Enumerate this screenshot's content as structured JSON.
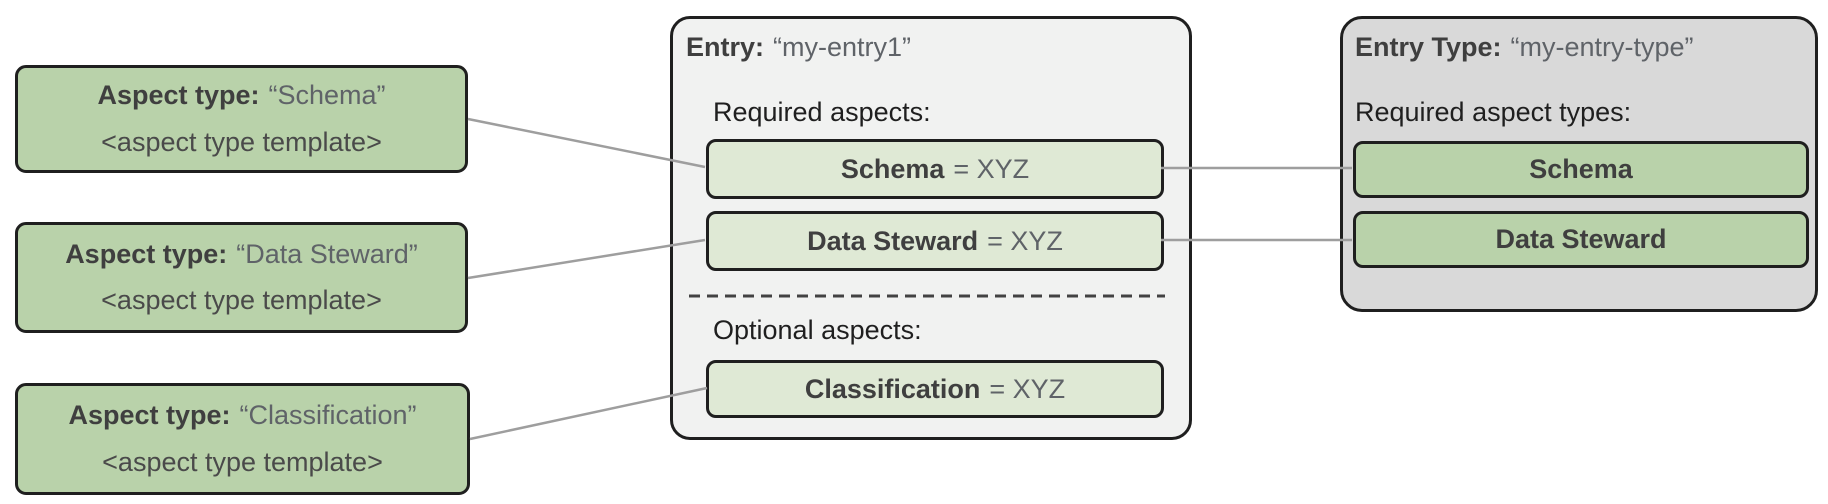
{
  "diagram": {
    "aspect_type_cards": [
      {
        "label": "Aspect type:",
        "name": "“Schema”",
        "template": "<aspect type template>"
      },
      {
        "label": "Aspect type:",
        "name": "“Data Steward”",
        "template": "<aspect type template>"
      },
      {
        "label": "Aspect type:",
        "name": "“Classification”",
        "template": "<aspect type template>"
      }
    ],
    "entry_card": {
      "label": "Entry:",
      "name": "“my-entry1”",
      "required_heading": "Required aspects:",
      "optional_heading": "Optional aspects:",
      "required_aspects": [
        {
          "name": "Schema",
          "value": "= XYZ"
        },
        {
          "name": "Data Steward",
          "value": "= XYZ"
        }
      ],
      "optional_aspects": [
        {
          "name": "Classification",
          "value": "= XYZ"
        }
      ]
    },
    "entry_type_card": {
      "label": "Entry Type:",
      "name": "“my-entry-type”",
      "required_heading": "Required aspect types:",
      "required_aspect_types": [
        {
          "name": "Schema"
        },
        {
          "name": "Data Steward"
        }
      ]
    },
    "colors": {
      "sage_green": "#b9d2aa",
      "light_green": "#dfe9d5",
      "light_gray": "#f1f2f1",
      "mid_gray": "#d9d9d9",
      "border": "#1f1f1f",
      "connector_line": "#9e9e9e",
      "text_dark": "#3f3f3f",
      "text_gray": "#5f6368"
    }
  }
}
